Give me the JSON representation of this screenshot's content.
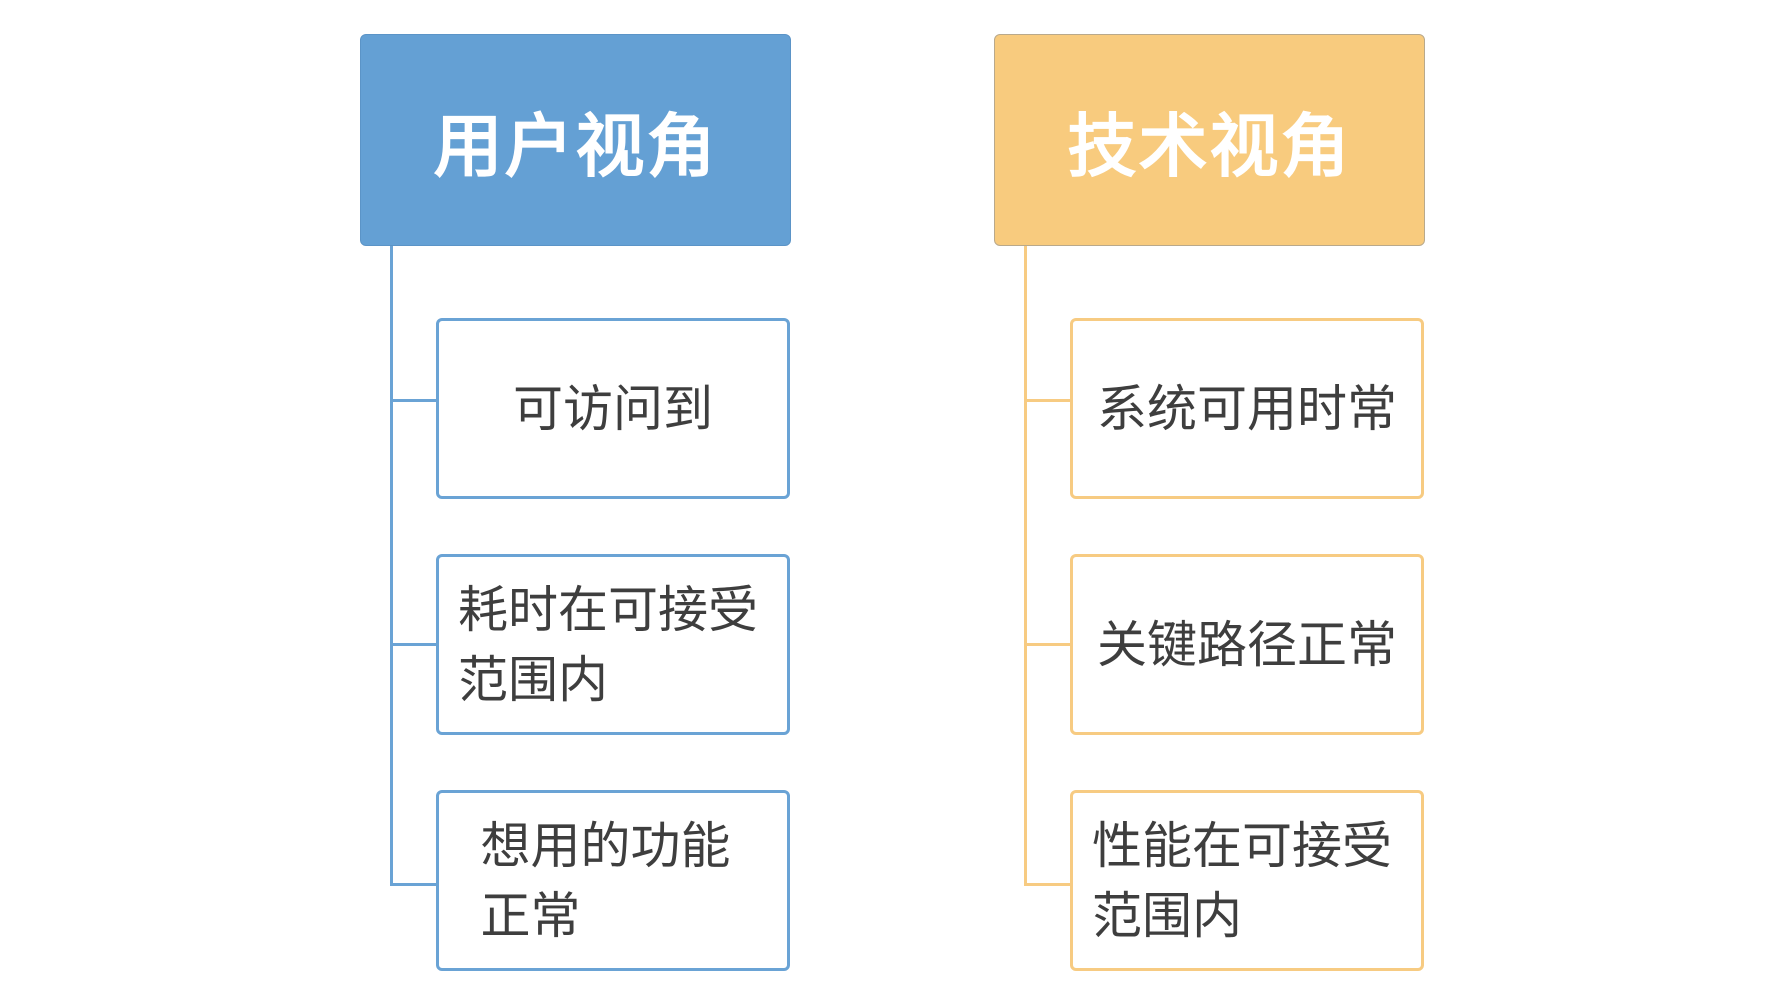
{
  "columns": [
    {
      "title": "用户视角",
      "items": [
        "可访问到",
        "耗时在可接受范围内",
        "想用的功能正常"
      ]
    },
    {
      "title": "技术视角",
      "items": [
        "系统可用时常",
        "关键路径正常",
        "性能在可接受范围内"
      ]
    }
  ],
  "colors": {
    "user_fill": "#64A0D4",
    "user_edge": "#5B94C7",
    "user_line": "#6AA3D5",
    "tech_fill": "#F8CB7E",
    "tech_edge": "#B9A98B",
    "tech_line": "#F7CB82"
  }
}
